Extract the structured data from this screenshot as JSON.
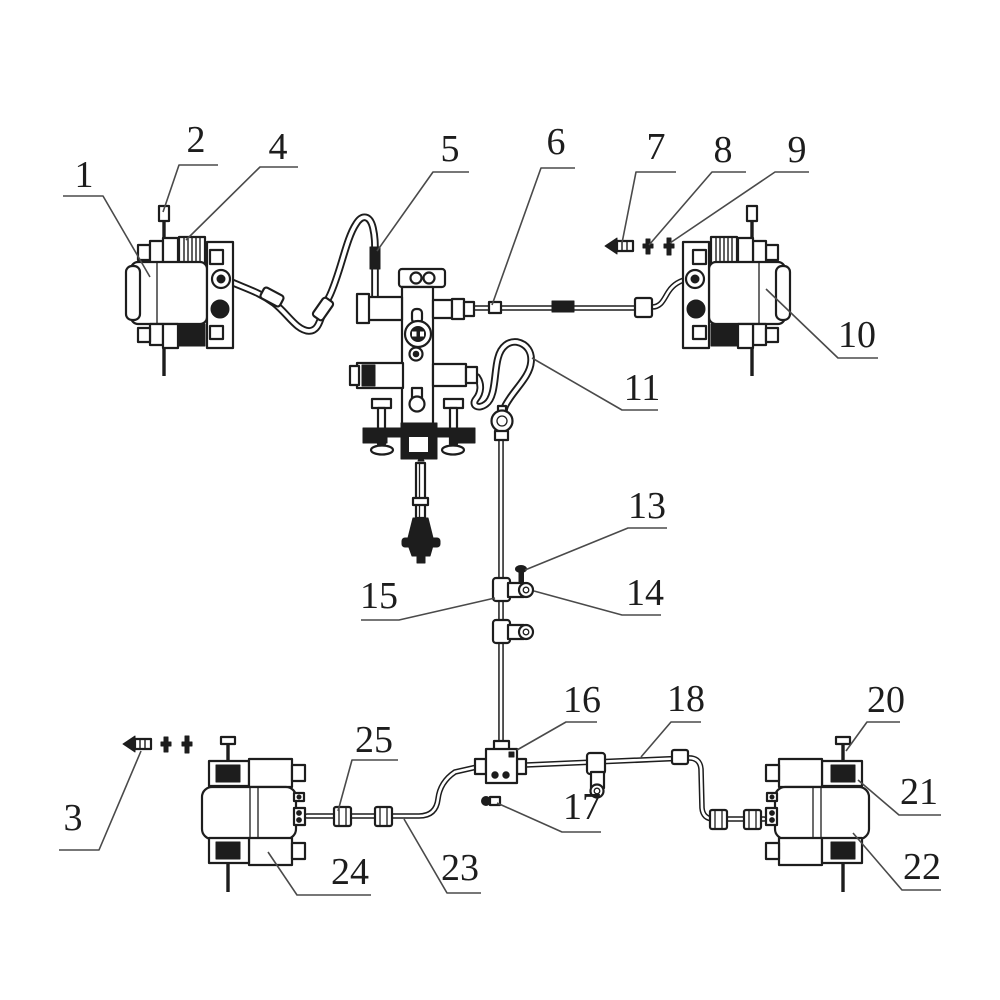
{
  "figure": {
    "kind": "exploded-parts-line-diagram",
    "background_color": "#ffffff",
    "line_color": "#1d1d1d",
    "leader_color": "#4a4a4a"
  },
  "callouts": [
    {
      "label": "1"
    },
    {
      "label": "2"
    },
    {
      "label": "3"
    },
    {
      "label": "4"
    },
    {
      "label": "5"
    },
    {
      "label": "6"
    },
    {
      "label": "7"
    },
    {
      "label": "8"
    },
    {
      "label": "9"
    },
    {
      "label": "10"
    },
    {
      "label": "11"
    },
    {
      "label": "13"
    },
    {
      "label": "14"
    },
    {
      "label": "15"
    },
    {
      "label": "16"
    },
    {
      "label": "17"
    },
    {
      "label": "18"
    },
    {
      "label": "20"
    },
    {
      "label": "21"
    },
    {
      "label": "22"
    },
    {
      "label": "23"
    },
    {
      "label": "24"
    },
    {
      "label": "25"
    }
  ]
}
